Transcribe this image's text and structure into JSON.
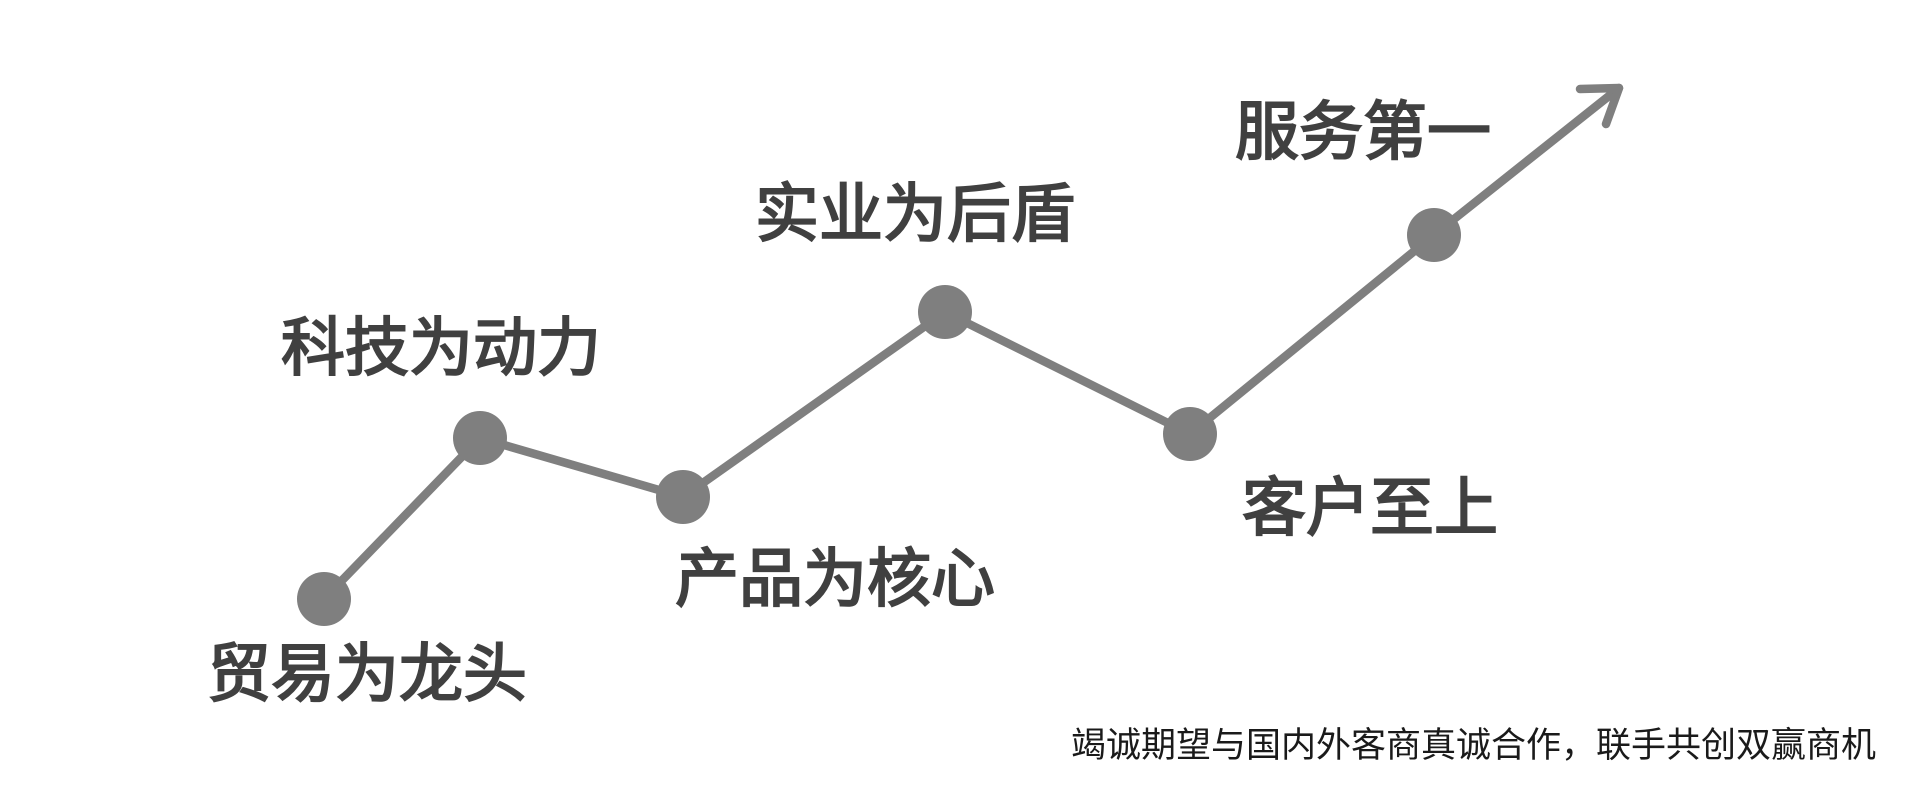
{
  "diagram": {
    "steps": [
      {
        "label": "贸易为龙头"
      },
      {
        "label": "科技为动力"
      },
      {
        "label": "产品为核心"
      },
      {
        "label": "实业为后盾"
      },
      {
        "label": "客户至上"
      },
      {
        "label": "服务第一"
      }
    ],
    "tagline": "竭诚期望与国内外客商真诚合作，联手共创双赢商机"
  },
  "colors": {
    "line": "#7f7f7f",
    "label": "#404040",
    "tagline": "#1a1a1a"
  }
}
